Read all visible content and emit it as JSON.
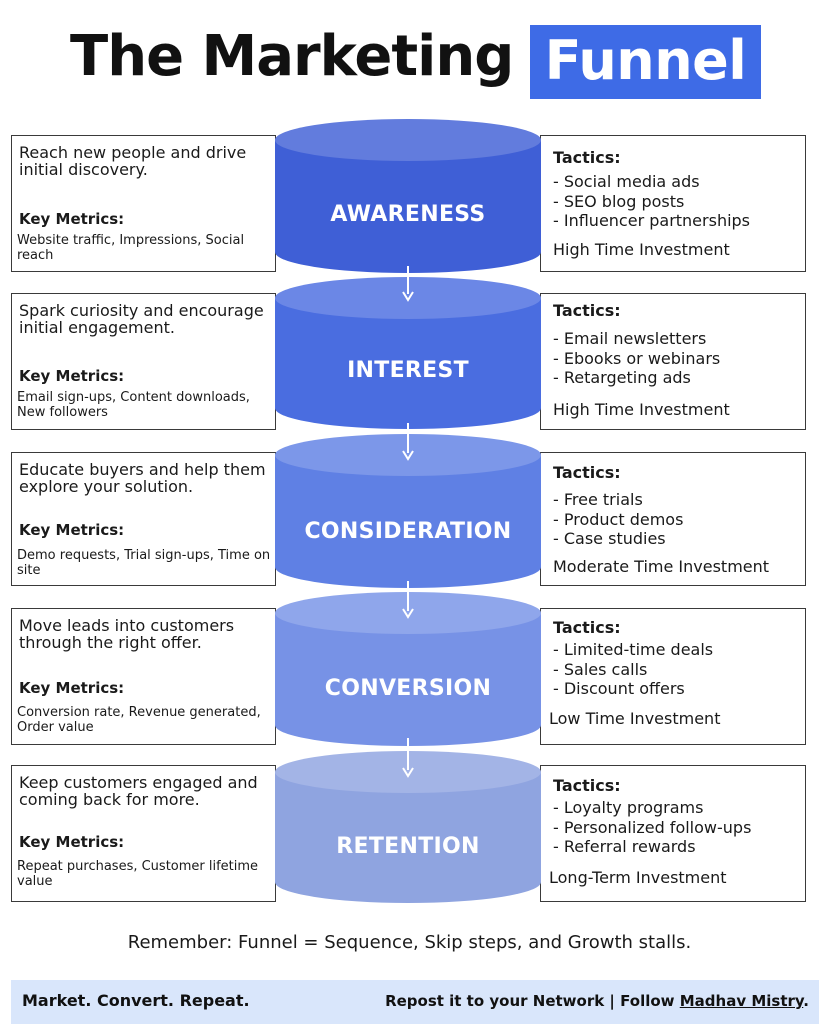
{
  "title": {
    "main": "The Marketing",
    "highlight": "Funnel"
  },
  "colors": {
    "highlight_bg": "#3e6be6",
    "stage_colors": [
      "#3f5fd6",
      "#4a6de0",
      "#5f80e4",
      "#7792e6",
      "#8fa4e0"
    ],
    "footer_bg": "#d9e6fb"
  },
  "stages": [
    {
      "name": "AWARENESS",
      "description": "Reach new people and drive initial discovery.",
      "metrics_label": "Key Metrics:",
      "metrics": "Website traffic, Impressions, Social reach",
      "tactics_label": "Tactics:",
      "tactics": [
        "- Social media ads",
        "- SEO blog posts",
        "- Influencer partnerships"
      ],
      "investment": "High Time Investment"
    },
    {
      "name": "INTEREST",
      "description": "Spark curiosity and encourage initial engagement.",
      "metrics_label": "Key Metrics:",
      "metrics": "Email sign-ups, Content downloads, New followers",
      "tactics_label": "Tactics:",
      "tactics": [
        "- Email newsletters",
        "- Ebooks or webinars",
        "- Retargeting ads"
      ],
      "investment": "High Time Investment"
    },
    {
      "name": "CONSIDERATION",
      "description": "Educate buyers and help them explore your solution.",
      "metrics_label": "Key Metrics:",
      "metrics": "Demo requests, Trial sign-ups, Time on site",
      "tactics_label": "Tactics:",
      "tactics": [
        "- Free trials",
        "- Product demos",
        "- Case studies"
      ],
      "investment": "Moderate Time Investment"
    },
    {
      "name": "CONVERSION",
      "description": "Move leads into customers through the right offer.",
      "metrics_label": "Key Metrics:",
      "metrics": "Conversion rate, Revenue generated, Order value",
      "tactics_label": "Tactics:",
      "tactics": [
        "- Limited-time deals",
        "- Sales calls",
        "- Discount offers"
      ],
      "investment": "Low Time Investment"
    },
    {
      "name": "RETENTION",
      "description": "Keep customers engaged and coming back for more.",
      "metrics_label": "Key Metrics:",
      "metrics": "Repeat purchases, Customer lifetime value",
      "tactics_label": "Tactics:",
      "tactics": [
        "- Loyalty programs",
        "- Personalized follow-ups",
        "- Referral rewards"
      ],
      "investment": "Long-Term Investment"
    }
  ],
  "remember": "Remember: Funnel = Sequence, Skip steps, and Growth stalls.",
  "footer": {
    "left": "Market. Convert. Repeat.",
    "right_prefix": "Repost it to your Network  | Follow ",
    "right_name": "Madhav Mistry",
    "right_suffix": "."
  }
}
